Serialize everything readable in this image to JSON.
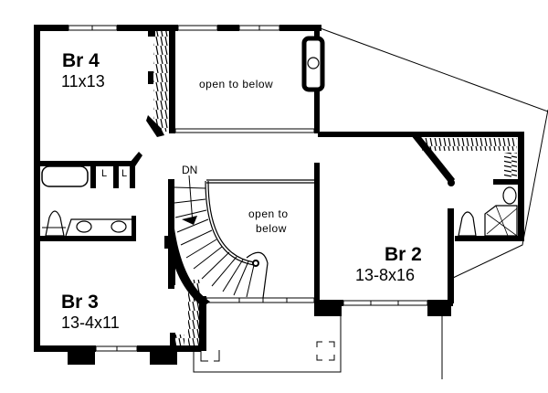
{
  "plan": {
    "colors": {
      "wall": "#000000",
      "background": "#ffffff"
    },
    "rooms": [
      {
        "id": "br4",
        "name": "Br 4",
        "dims": "11x13"
      },
      {
        "id": "br3",
        "name": "Br 3",
        "dims": "13-4x11"
      },
      {
        "id": "br2",
        "name": "Br 2",
        "dims": "13-8x16"
      }
    ],
    "open_areas": [
      {
        "id": "open-top",
        "label": "open to below"
      },
      {
        "id": "open-stair",
        "label_line1": "open to",
        "label_line2": "below"
      }
    ],
    "stair": {
      "label": "DN"
    },
    "laundry": {
      "washer": "L",
      "dryer": "L"
    }
  }
}
